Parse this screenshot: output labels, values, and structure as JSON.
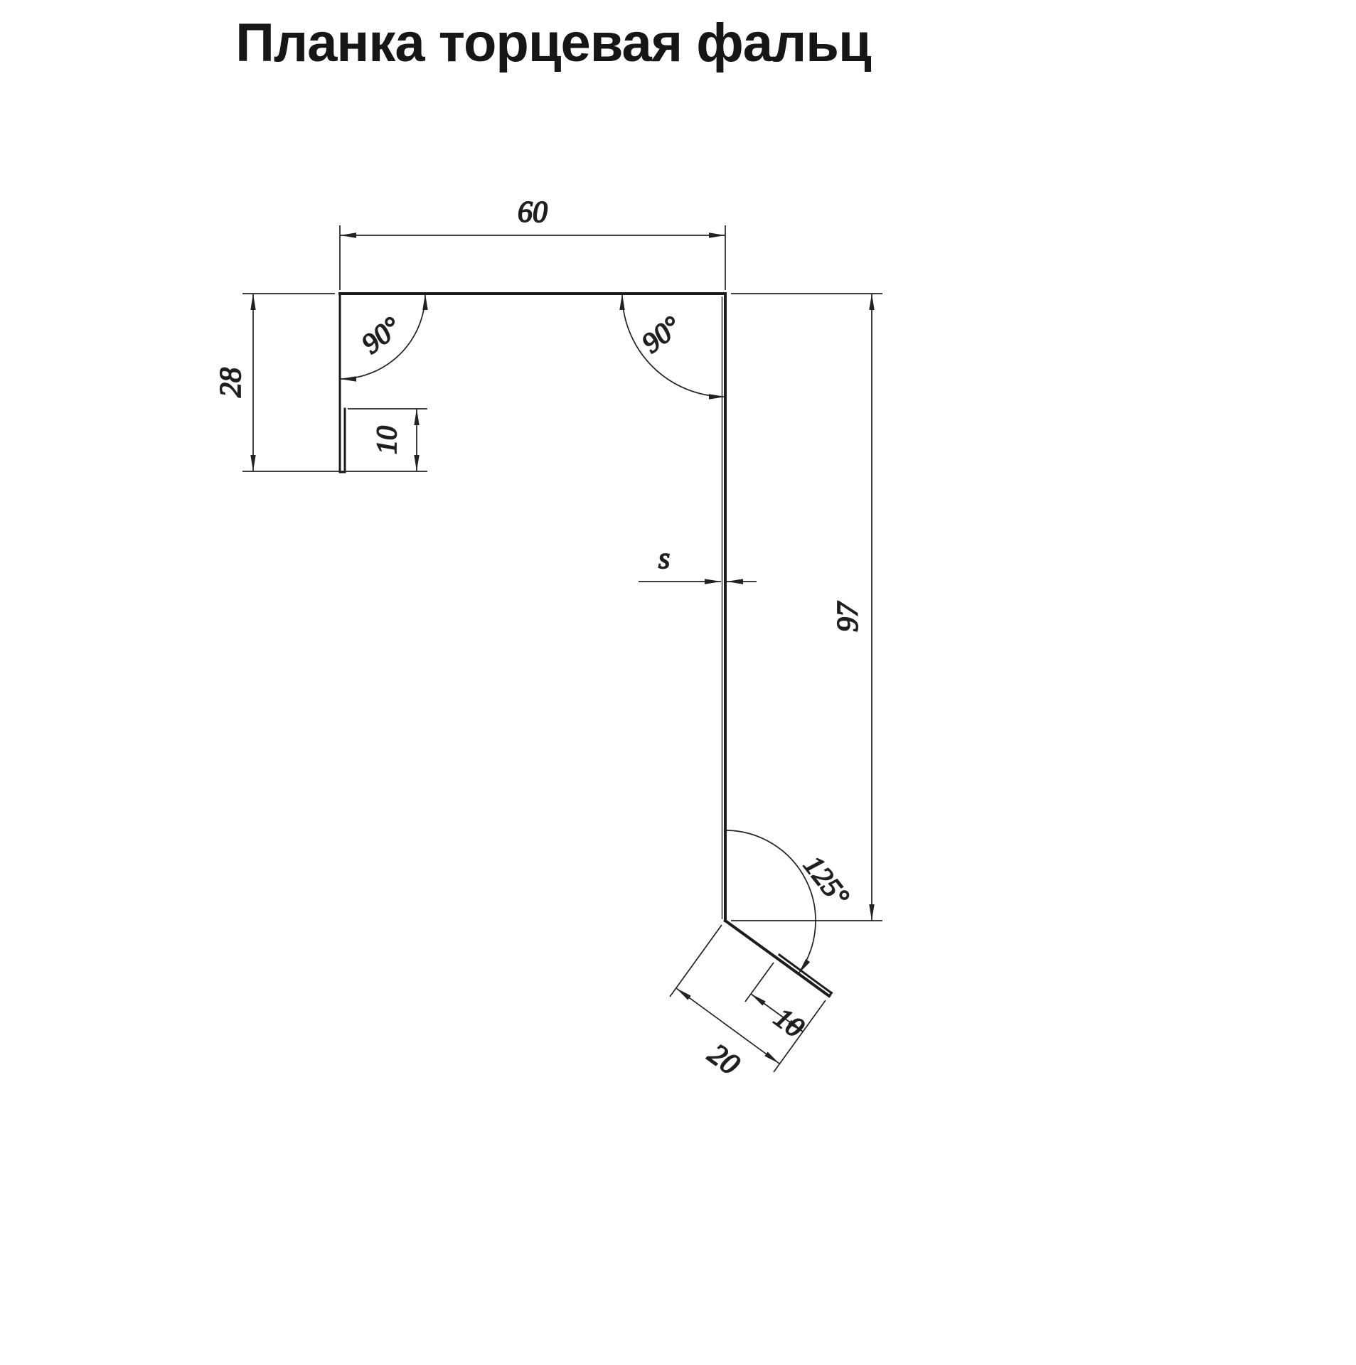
{
  "title": "Планка торцевая фальц",
  "drawing": {
    "dim_top_width": "60",
    "dim_left_height": "28",
    "dim_left_hem": "10",
    "dim_right_height": "97",
    "dim_thickness": "s",
    "angle_top_left": "90°",
    "angle_top_right": "90°",
    "angle_bottom": "125°",
    "dim_bottom_flange": "20",
    "dim_bottom_hem": "10"
  },
  "colors": {
    "line": "#1c1c1c",
    "background": "#ffffff"
  }
}
